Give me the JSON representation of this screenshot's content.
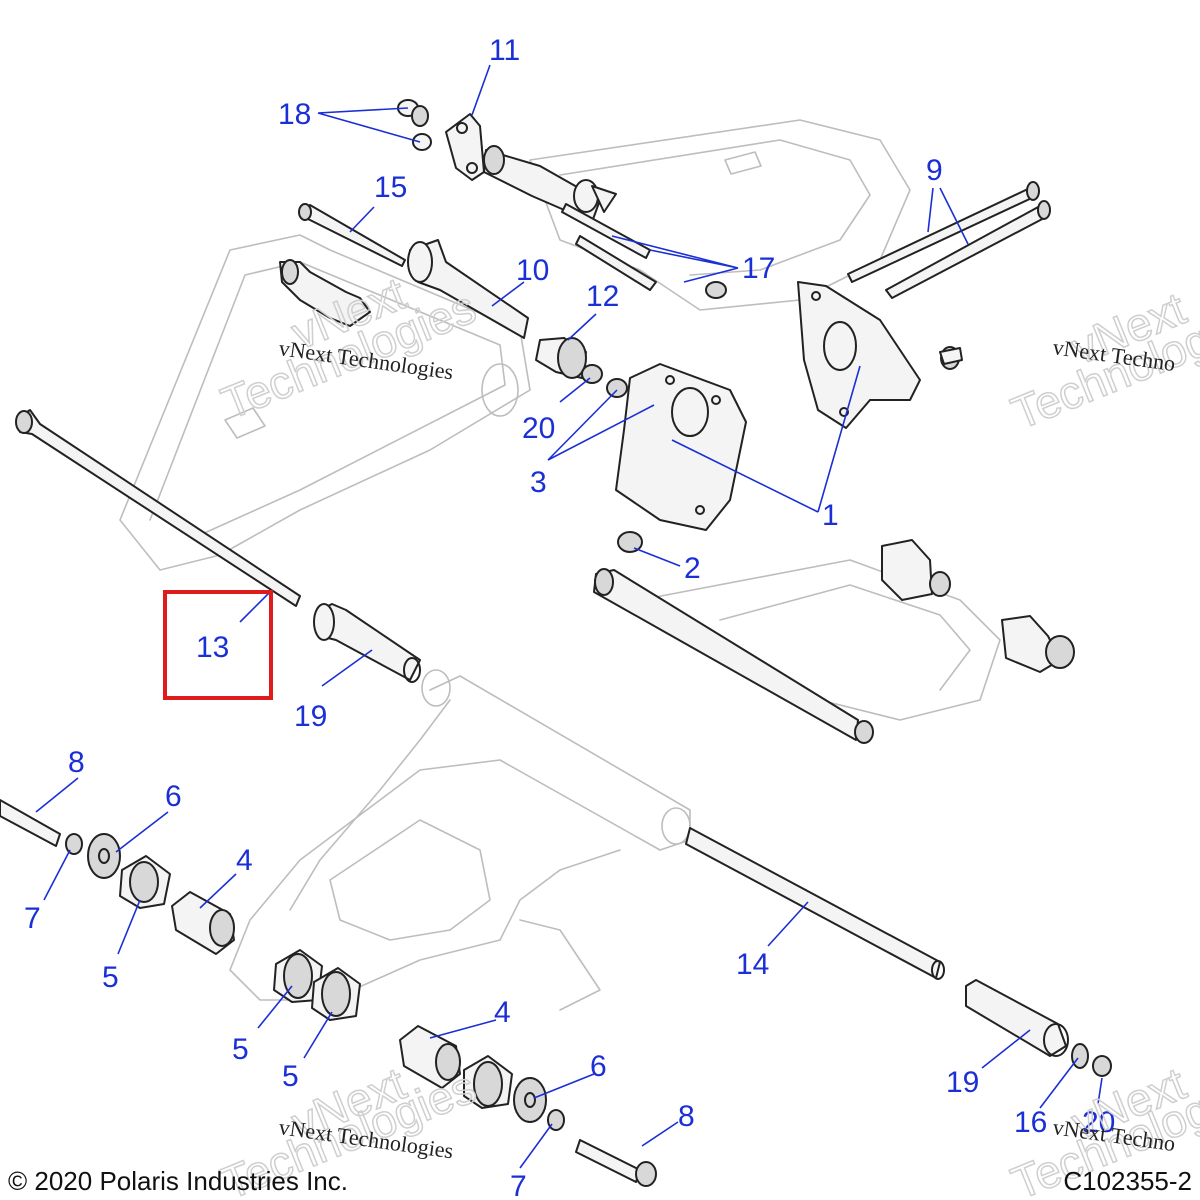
{
  "callouts": [
    "11",
    "18",
    "15",
    "9",
    "17",
    "10",
    "12",
    "20",
    "3",
    "1",
    "2",
    "13",
    "19",
    "8",
    "6",
    "7",
    "4",
    "5",
    "14",
    "16"
  ],
  "watermark": {
    "company_line": "vNext Technologies",
    "company_line_cut": "vNext Techno",
    "big_word_1": "vNext",
    "big_word_2": "Technologies"
  },
  "footer": {
    "copyright": "© 2020 Polaris Industries Inc.",
    "diagram_id": "C102355-2"
  },
  "highlight": {
    "label": "13",
    "color": "#e01b1b"
  },
  "colors": {
    "callout": "#1a2fd6",
    "line_art": "#222222",
    "ghost": "#bdbdbd"
  }
}
